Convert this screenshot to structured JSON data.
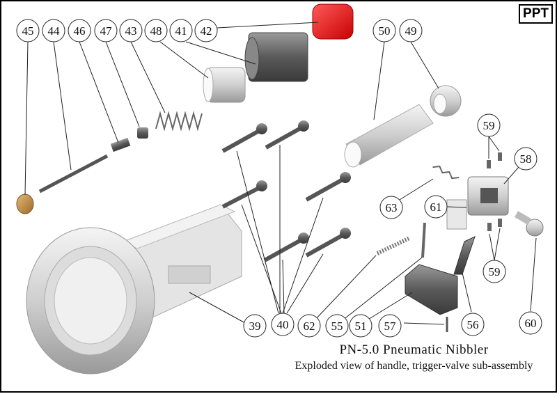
{
  "badge": "PPT",
  "title": "PN-5.0 Pneumatic Nibbler",
  "subtitle": "Exploded view of handle, trigger-valve sub-assembly",
  "callouts": {
    "c45": "45",
    "c44": "44",
    "c46": "46",
    "c47": "47",
    "c43": "43",
    "c48": "48",
    "c41": "41",
    "c42": "42",
    "c50": "50",
    "c49": "49",
    "c59a": "59",
    "c58": "58",
    "c63": "63",
    "c61": "61",
    "c59b": "59",
    "c60": "60",
    "c39": "39",
    "c40": "40",
    "c62": "62",
    "c55": "55",
    "c51": "51",
    "c57": "57",
    "c56": "56"
  },
  "colors": {
    "highlight_part": "#e81c1c",
    "brass_part": "#c8954a",
    "line": "#222222"
  }
}
